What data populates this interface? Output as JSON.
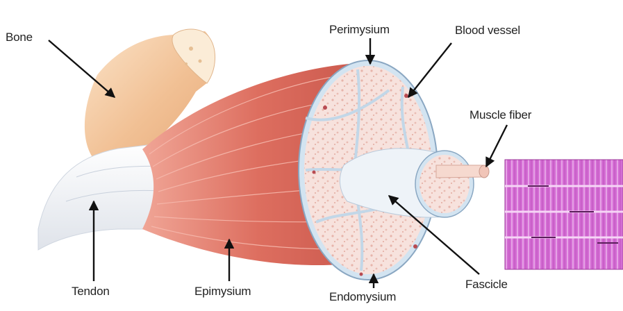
{
  "diagram": {
    "labels": {
      "bone": "Bone",
      "perimysium": "Perimysium",
      "blood_vessel": "Blood vessel",
      "muscle_fiber": "Muscle fiber",
      "tendon": "Tendon",
      "epimysium": "Epimysium",
      "endomysium": "Endomysium",
      "fascicle": "Fascicle"
    },
    "colors": {
      "bone": "#f3c9a0",
      "muscle": "#d96a5e",
      "muscle_light": "#f2a898",
      "tendon": "#eef0f3",
      "fascicle_tissue": "#f6ddd8",
      "connective_tissue": "#cfe1ef",
      "myofibril": "#d56fd6",
      "label_text": "#222222",
      "leader_line": "#111111"
    }
  }
}
